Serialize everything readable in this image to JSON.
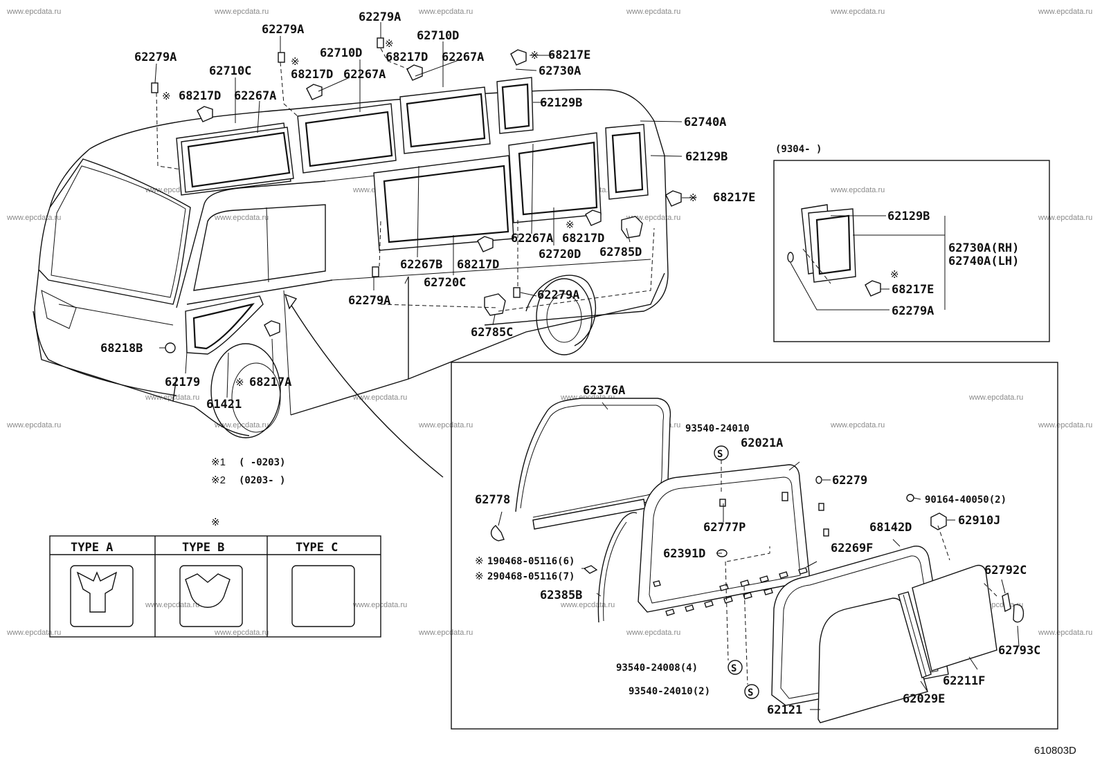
{
  "watermark": "www.epcdata.ru",
  "diagram_code": "610803D",
  "note_mark": "※",
  "notes": [
    {
      "mark": "※1",
      "range": "(        -0203)"
    },
    {
      "mark": "※2",
      "range": "(0203-        )"
    }
  ],
  "inset_top": {
    "title": "(9304-        )"
  },
  "type_table": {
    "headers": [
      "TYPE  A",
      "TYPE  B",
      "TYPE  C"
    ]
  },
  "labels": {
    "p62279A_a": "62279A",
    "p62279A_b": "62279A",
    "p62279A_c": "62279A",
    "p62710C": "62710C",
    "p62710D_a": "62710D",
    "p62710D_b": "62710D",
    "p68217D_a": "68217D",
    "p68217D_b": "68217D",
    "p68217D_c": "68217D",
    "p62267A_a": "62267A",
    "p62267A_b": "62267A",
    "p62267A_c": "62267A",
    "p68217E_a": "68217E",
    "p62730A": "62730A",
    "p62129B_a": "62129B",
    "p62740A": "62740A",
    "p62129B_b": "62129B",
    "p68217E_b": "68217E",
    "p62267A_d": "62267A",
    "p68217D_d": "68217D",
    "p62720D": "62720D",
    "p62785D": "62785D",
    "p62267B": "62267B",
    "p68217D_e": "68217D",
    "p62720C": "62720C",
    "p62279A_d": "62279A",
    "p62279A_e": "62279A",
    "p62785C": "62785C",
    "p68218B": "68218B",
    "p62179": "62179",
    "p68217A": "68217A",
    "p61421": "61421",
    "in_62129B": "62129B",
    "in_62730A": "62730A(RH)",
    "in_62740A": "62740A(LH)",
    "in_68217E": "68217E",
    "in_62279A": "62279A",
    "d_62376A": "62376A",
    "d_93540_24010": "93540-24010",
    "d_62021A": "62021A",
    "d_62279": "62279",
    "d_90164": "90164-40050(2)",
    "d_62778": "62778",
    "d_62777P": "62777P",
    "d_68142D": "68142D",
    "d_62910J": "62910J",
    "d_62391D": "62391D",
    "d_62269F": "62269F",
    "d_90468_1": "190468-05116(6)",
    "d_90468_2": "290468-05116(7)",
    "d_62385B": "62385B",
    "d_62792C": "62792C",
    "d_62793C": "62793C",
    "d_93540_24008": "93540-24008(4)",
    "d_93540_24010b": "93540-24010(2)",
    "d_62211F": "62211F",
    "d_62029E": "62029E",
    "d_62121": "62121"
  }
}
